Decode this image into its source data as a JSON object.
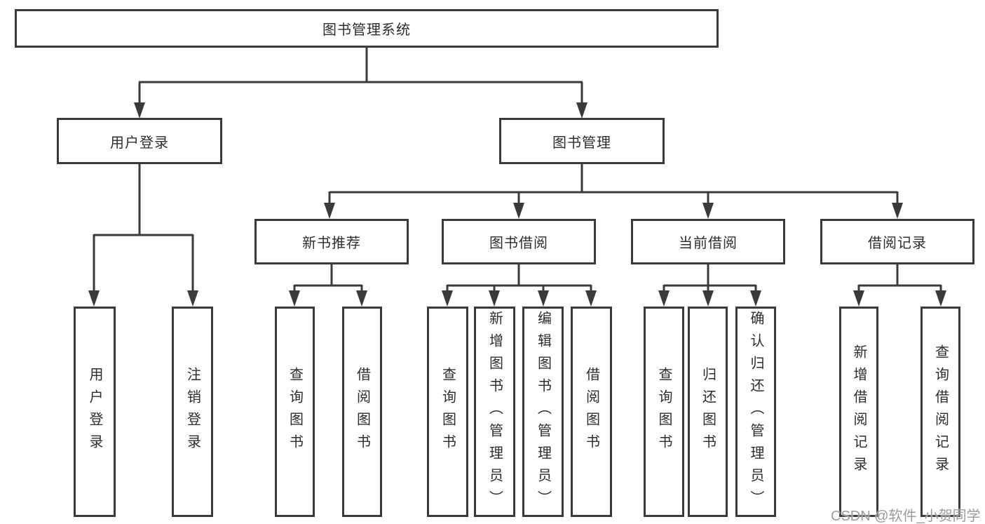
{
  "diagram": {
    "root": {
      "label": "图书管理系统"
    },
    "level2": [
      {
        "label": "用户登录"
      },
      {
        "label": "图书管理"
      }
    ],
    "level3": [
      {
        "label": "新书推荐"
      },
      {
        "label": "图书借阅"
      },
      {
        "label": "当前借阅"
      },
      {
        "label": "借阅记录"
      }
    ],
    "leaves": [
      {
        "label": "用户登录"
      },
      {
        "label": "注销登录"
      },
      {
        "label": "查询图书"
      },
      {
        "label": "借阅图书"
      },
      {
        "label": "查询图书"
      },
      {
        "label": "新增图书（管理员）"
      },
      {
        "label": "编辑图书（管理员）"
      },
      {
        "label": "借阅图书"
      },
      {
        "label": "查询图书"
      },
      {
        "label": "归还图书"
      },
      {
        "label": "确认归还（管理员）"
      },
      {
        "label": "新增借阅记录"
      },
      {
        "label": "查询借阅记录"
      }
    ]
  },
  "watermark": {
    "text": "CSDN @软件_小贺同学"
  },
  "colors": {
    "line": "#3a3a3a",
    "text": "#2d2d2d",
    "watermark": "#9b9b9b",
    "background": "#ffffff"
  }
}
